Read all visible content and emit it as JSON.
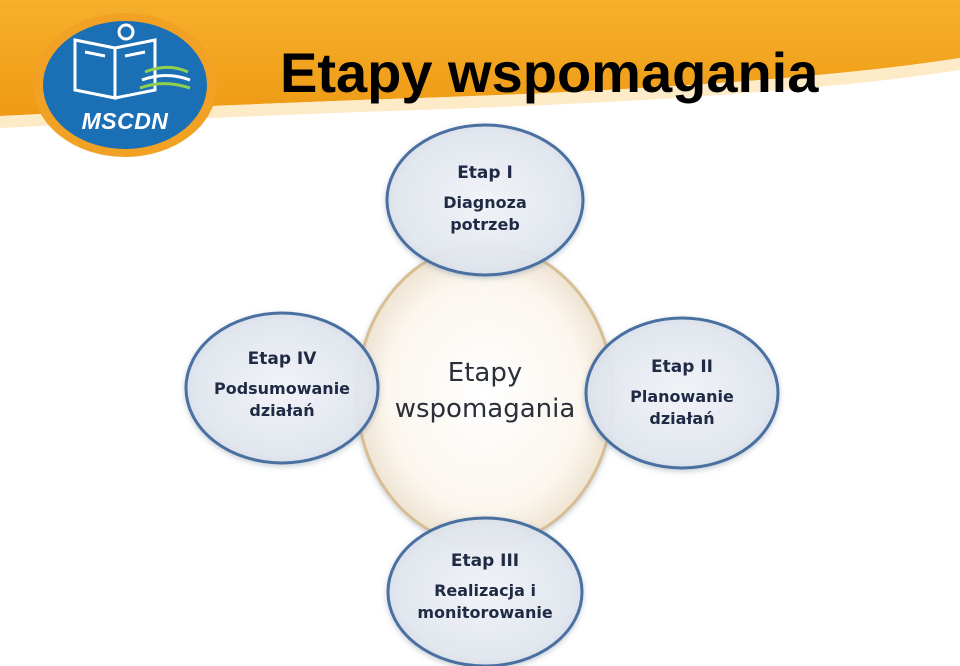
{
  "header": {
    "title": "Etapy wspomagania",
    "logo_text": "MSCDN",
    "colors": {
      "banner": "#F3A31E",
      "logo_blue": "#1B6FB5"
    }
  },
  "diagram": {
    "center_label": "Etapy wspomagania",
    "nodes": [
      {
        "stage": "Etap I",
        "description": "Diagnoza potrzeb"
      },
      {
        "stage": "Etap II",
        "description": "Planowanie działań"
      },
      {
        "stage": "Etap III",
        "description": "Realizacja i monitorowanie"
      },
      {
        "stage": "Etap IV",
        "description": "Podsumowanie działań"
      }
    ]
  }
}
